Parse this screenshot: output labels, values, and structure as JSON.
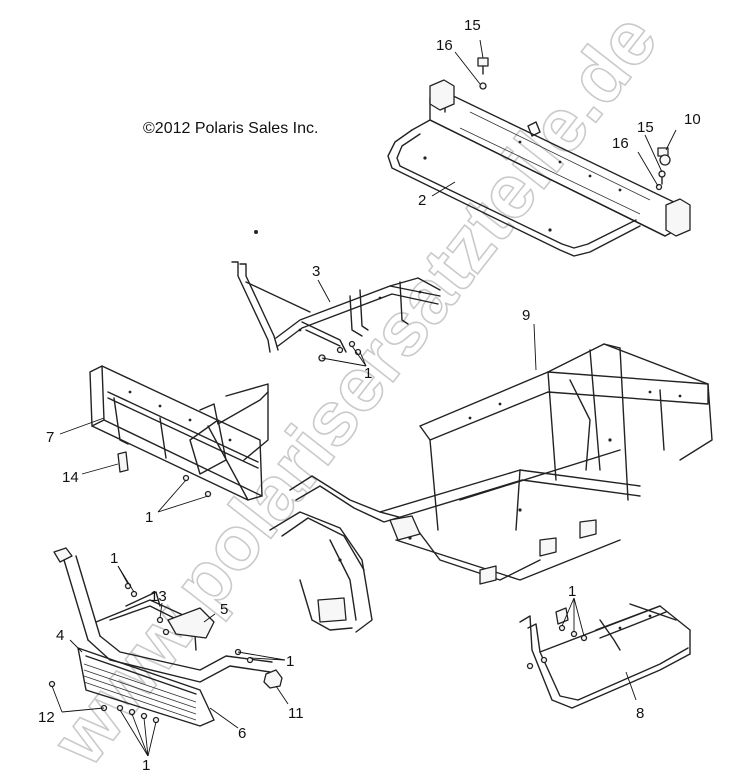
{
  "copyright": "©2012 Polaris Sales Inc.",
  "watermark": "www.polarisersatzteile.de",
  "callouts": {
    "n1a": "1",
    "n1b": "1",
    "n1c": "1",
    "n1d": "1",
    "n1e": "1",
    "n1f": "1",
    "n2": "2",
    "n3": "3",
    "n4": "4",
    "n5": "5",
    "n6": "6",
    "n7": "7",
    "n8": "8",
    "n9": "9",
    "n10": "10",
    "n11": "11",
    "n12": "12",
    "n13": "13",
    "n14": "14",
    "n15a": "15",
    "n15b": "15",
    "n16a": "16",
    "n16b": "16"
  }
}
